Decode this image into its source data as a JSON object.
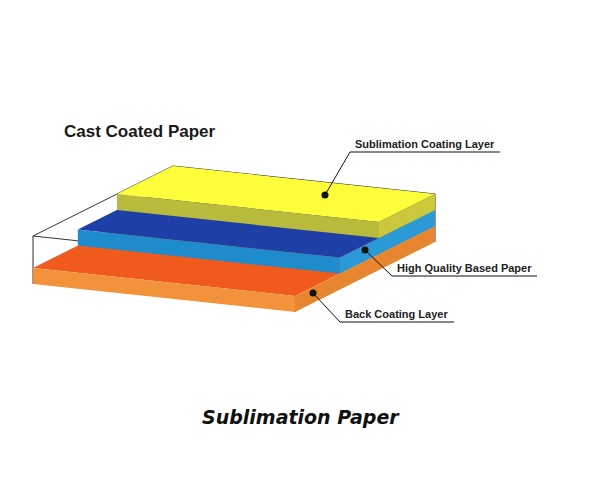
{
  "diagram": {
    "title": "Cast Coated Paper",
    "caption": "Sublimation Paper",
    "labels": [
      "Sublimation Coating Layer",
      "High Quality Based Paper",
      "Back Coating Layer"
    ]
  }
}
